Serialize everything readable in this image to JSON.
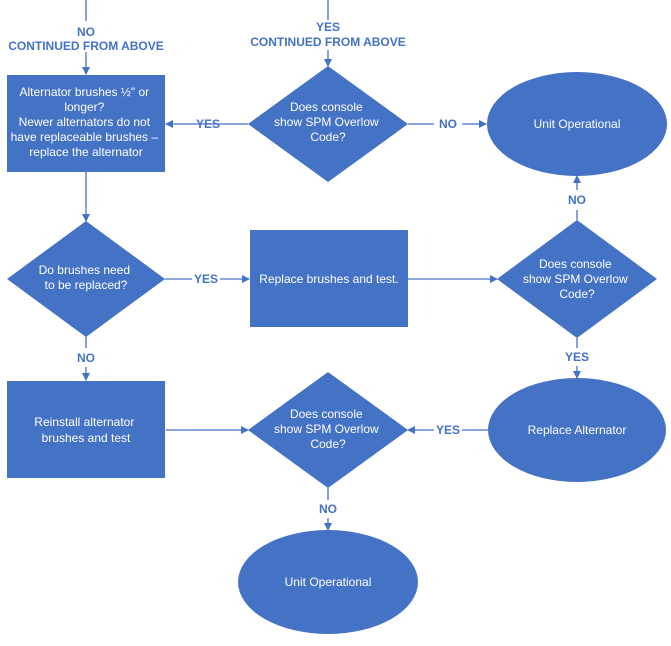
{
  "nodes": {
    "box_check": {
      "lines": [
        "Alternator brushes ½\" or",
        "longer?",
        "Newer alternators do not",
        "have replaceable brushes –",
        "replace the alternator"
      ]
    },
    "dia_top": {
      "lines": [
        "Does console",
        "show SPM Overlow",
        "Code?"
      ]
    },
    "ell_top": {
      "lines": [
        "Unit Operational"
      ]
    },
    "dia_brushes": {
      "lines": [
        "Do brushes need",
        "to be replaced?"
      ]
    },
    "box_replace": {
      "lines": [
        "Replace brushes and test."
      ]
    },
    "dia_mid": {
      "lines": [
        "Does console",
        "show SPM Overlow",
        "Code?"
      ]
    },
    "box_reinstall": {
      "lines": [
        "Reinstall alternator",
        "brushes and test"
      ]
    },
    "dia_bot": {
      "lines": [
        "Does console",
        "show SPM Overlow",
        "Code?"
      ]
    },
    "ell_alt": {
      "lines": [
        "Replace Alternator"
      ]
    },
    "ell_bot": {
      "lines": [
        "Unit Operational"
      ]
    }
  },
  "labels": {
    "top_left_no": "NO",
    "top_left_continued": "CONTINUED FROM ABOVE",
    "top_right_yes": "YES",
    "top_right_continued": "CONTINUED FROM ABOVE",
    "yes_top": "YES",
    "no_top": "NO",
    "no_right": "NO",
    "yes_mid": "YES",
    "no_left": "NO",
    "yes_right": "YES",
    "yes_bottom": "YES",
    "no_bottom": "NO"
  }
}
